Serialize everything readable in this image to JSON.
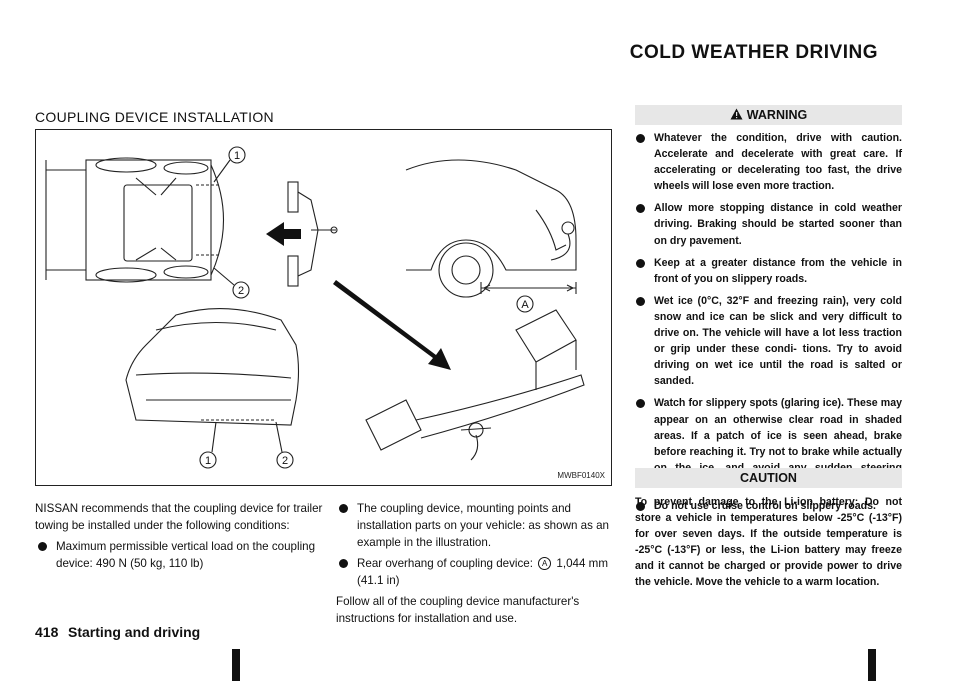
{
  "header": {
    "title": "COLD WEATHER DRIVING"
  },
  "section": {
    "title": "COUPLING DEVICE INSTALLATION"
  },
  "figure": {
    "code": "MWBF0140X",
    "callouts": [
      "1",
      "2",
      "1",
      "2",
      "A"
    ]
  },
  "left_column": {
    "intro": "NISSAN recommends that the coupling device for trailer towing be installed under the following conditions:",
    "bullets": [
      "Maximum permissible vertical load on the coupling device: 490 N (50 kg, 110 lb)"
    ]
  },
  "middle_column": {
    "bullets": [
      "The coupling device, mounting points and installation parts on your vehicle: as shown as an example in the illustration.",
      "Rear overhang of coupling device:",
      "1,044 mm (41.1 in)"
    ],
    "callout_inline": "A",
    "outro": "Follow all of the coupling device manufacturer's instructions for installation and use."
  },
  "warning": {
    "label": "WARNING",
    "items": [
      "Whatever the condition, drive with caution. Accelerate and decelerate with great care. If accelerating or decelerating too fast, the drive wheels will lose even more traction.",
      "Allow more stopping distance in cold weather driving. Braking should be started sooner than on dry pavement.",
      "Keep at a greater distance from the vehicle in front of you on slippery roads.",
      "Wet ice (0°C, 32°F and freezing rain), very cold snow and ice can be slick and very difficult to drive on. The vehicle will have a lot less traction or grip under these condi- tions. Try to avoid driving on wet ice until the road is salted or sanded.",
      "Watch for slippery spots (glaring ice). These may appear on an otherwise clear road in shaded areas. If a patch of ice is seen ahead, brake before reaching it. Try not to brake while actually on the ice, and avoid any sudden steering manoeuvres.",
      "Do not use cruise control on slippery roads."
    ]
  },
  "caution": {
    "label": "CAUTION",
    "text": "To prevent damage to the Li-ion battery: Do not store a vehicle in temperatures below -25°C (-13°F) for over seven days. If the outside temperature is -25°C (-13°F) or less, the Li-ion battery may freeze and it cannot be charged or provide power to drive the vehicle. Move the vehicle to a warm location."
  },
  "footer": {
    "page_number": "418",
    "section": "Starting and driving"
  }
}
